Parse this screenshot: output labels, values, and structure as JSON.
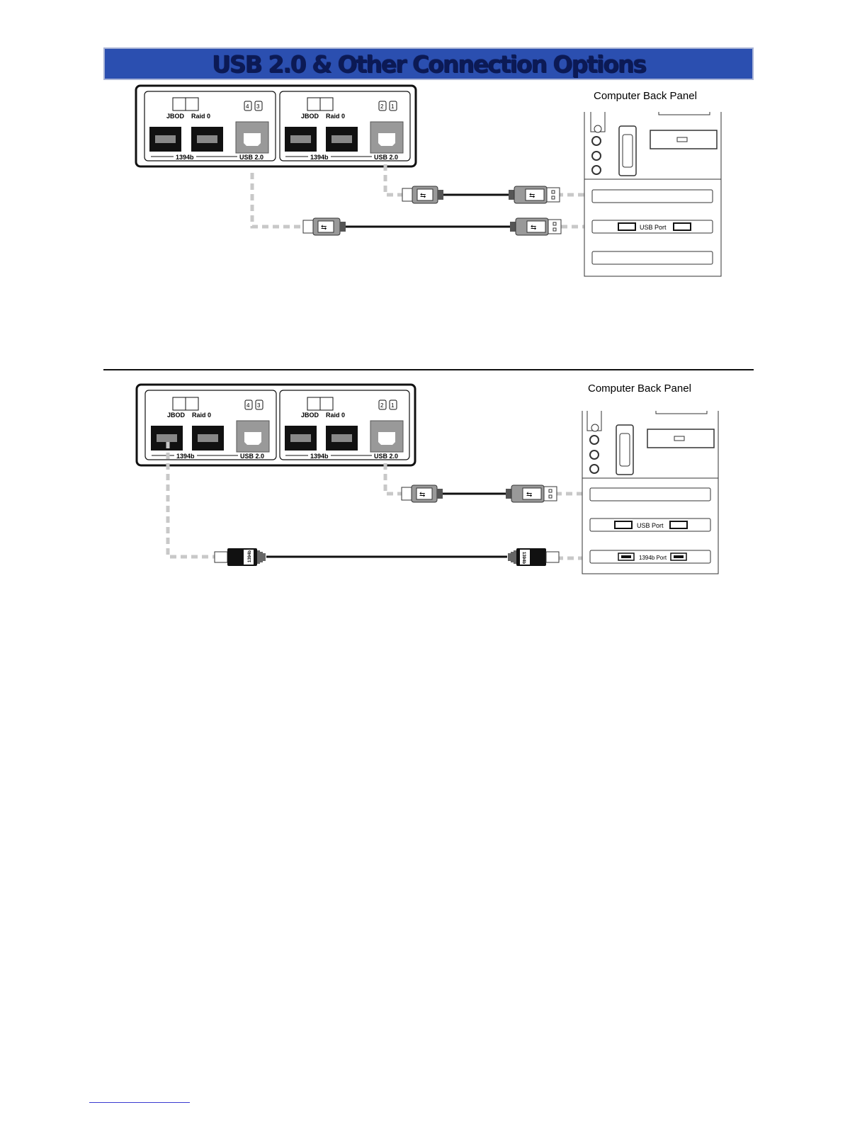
{
  "page_title": "USB 2.0 & Other Connection Options",
  "diagrams": [
    {
      "computer_panel_label": "Computer Back Panel",
      "drive_units": [
        {
          "switch_labels": [
            "JBOD",
            "Raid 0"
          ],
          "bay_numbers": [
            "4",
            "3"
          ],
          "firewire_label": "1394b",
          "usb_label": "USB 2.0"
        },
        {
          "switch_labels": [
            "JBOD",
            "Raid 0"
          ],
          "bay_numbers": [
            "2",
            "1"
          ],
          "firewire_label": "1394b",
          "usb_label": "USB 2.0"
        }
      ],
      "ports": [
        {
          "label": "USB Port"
        }
      ]
    },
    {
      "computer_panel_label": "Computer Back Panel",
      "drive_units": [
        {
          "switch_labels": [
            "JBOD",
            "Raid 0"
          ],
          "bay_numbers": [
            "4",
            "3"
          ],
          "firewire_label": "1394b",
          "usb_label": "USB 2.0"
        },
        {
          "switch_labels": [
            "JBOD",
            "Raid 0"
          ],
          "bay_numbers": [
            "2",
            "1"
          ],
          "firewire_label": "1394b",
          "usb_label": "USB 2.0"
        }
      ],
      "ports": [
        {
          "label": "USB Port"
        },
        {
          "label": "1394b Port"
        }
      ],
      "cable_plug_text": "1394b"
    }
  ],
  "colors": {
    "banner": "#2b4fb0",
    "banner_text": "#0c1a55",
    "dashed_path": "#c8c8c8"
  }
}
